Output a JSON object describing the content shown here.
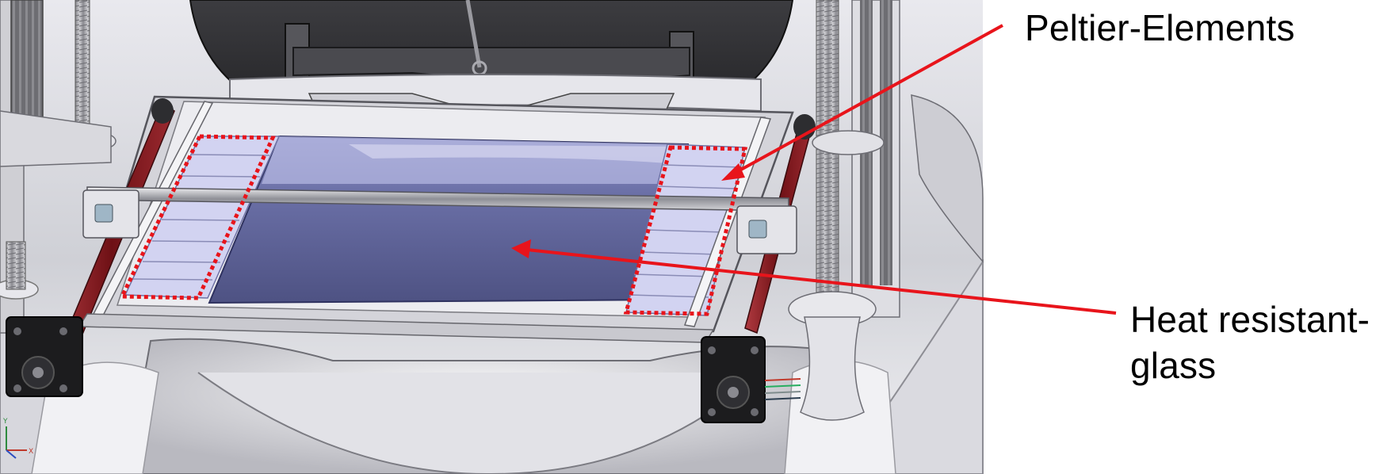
{
  "annotations": {
    "peltier_label": "Peltier-Elements",
    "glass_label_line1": "Heat resistant-",
    "glass_label_line2": "glass"
  },
  "axis_triad": {
    "x": "X",
    "y": "Y"
  },
  "colors": {
    "annotation_red": "#e8141b",
    "glass_blue": "#575c8e",
    "peltier_lavender": "#cfd0ef",
    "rod_red": "#8a1a20",
    "frame_gray": "#d9d9de"
  }
}
